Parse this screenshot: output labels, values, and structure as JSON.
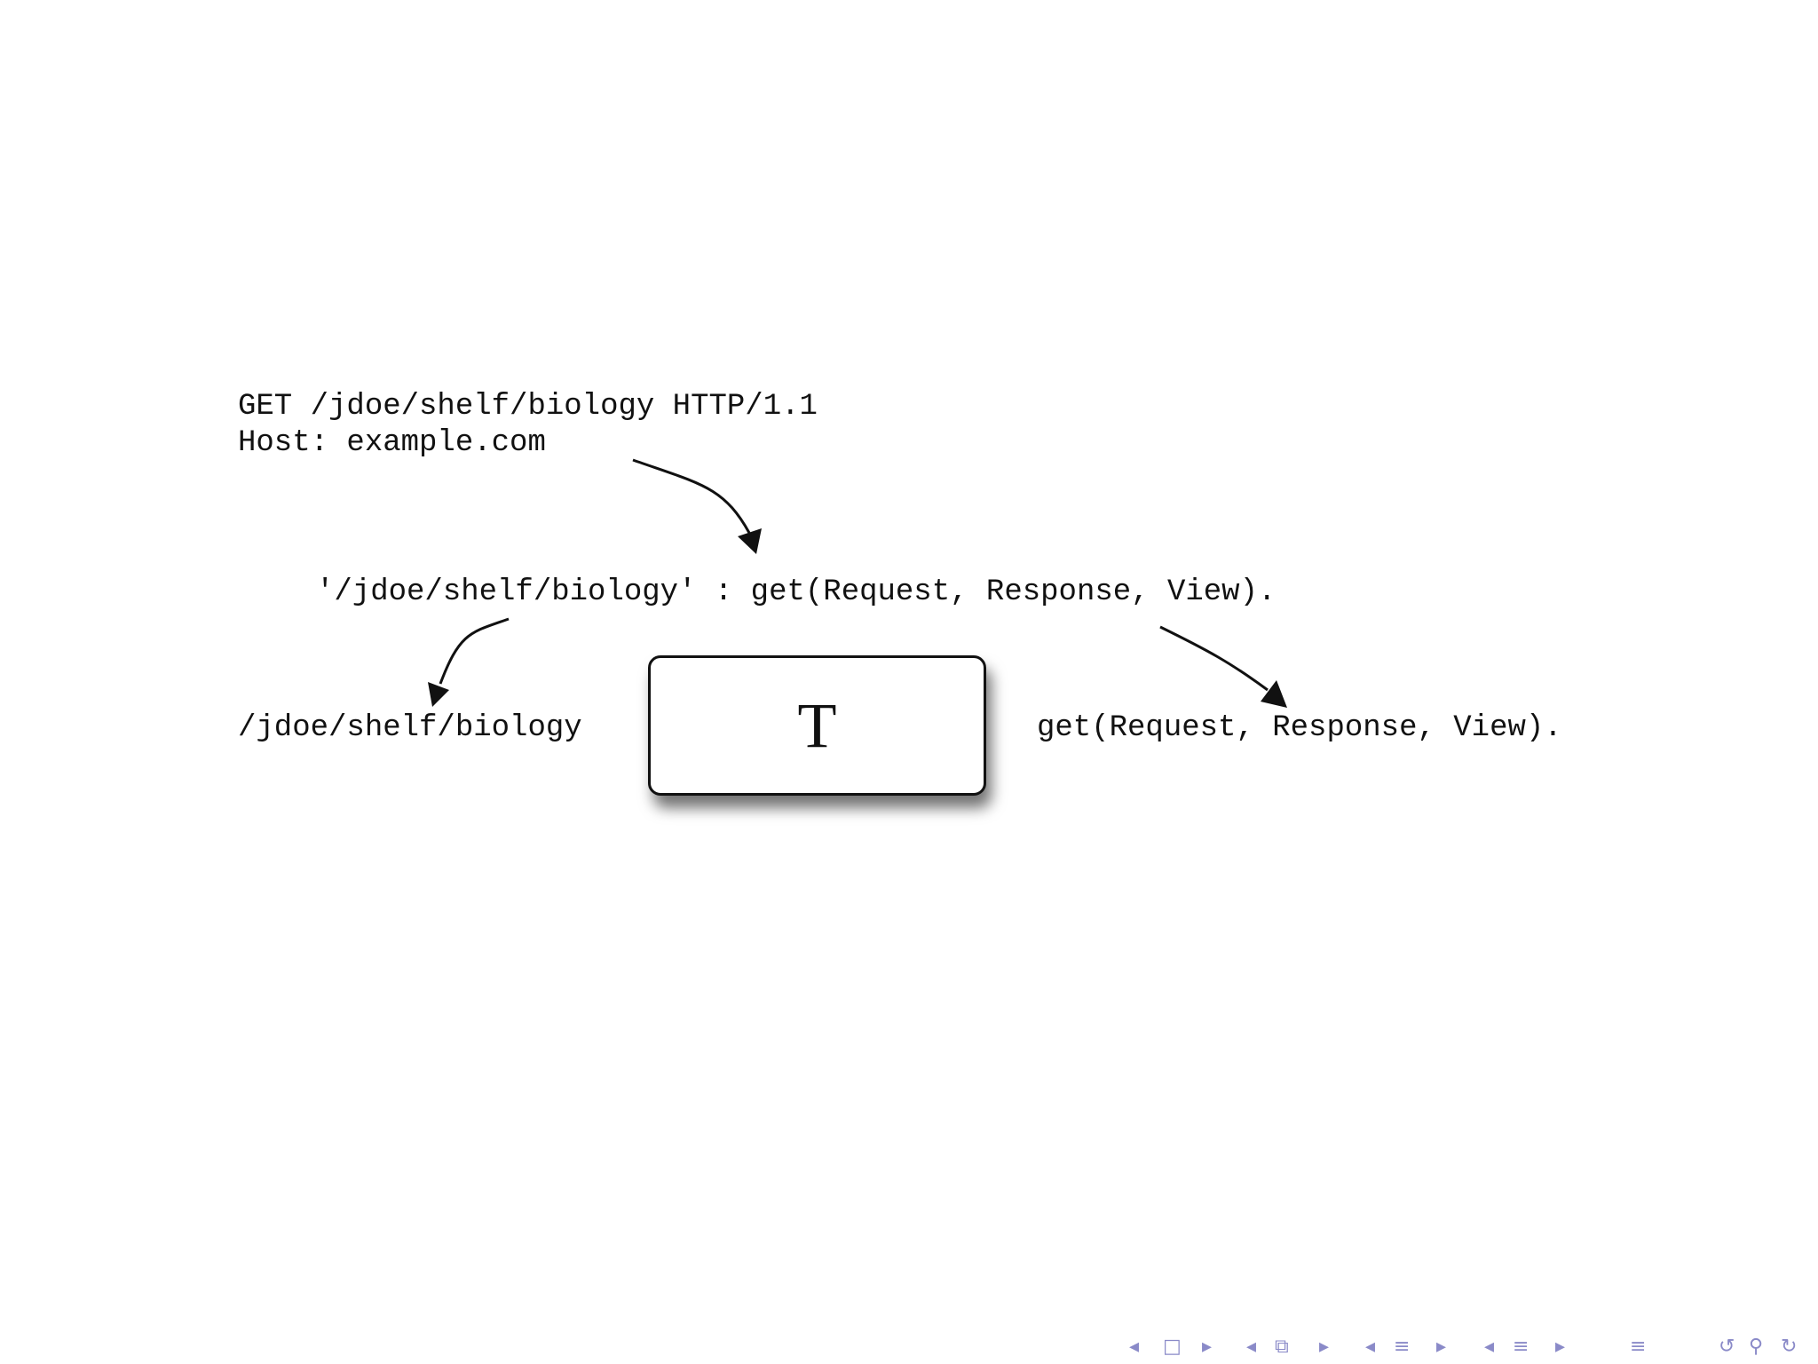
{
  "request": {
    "line1": "GET /jdoe/shelf/biology HTTP/1.1",
    "line2": "Host: example.com"
  },
  "rule": "'/jdoe/shelf/biology' : get(Request, Response, View).",
  "path": "/jdoe/shelf/biology",
  "box_label": "T",
  "goal": "get(Request, Response, View).",
  "colors": {
    "ink": "#111111",
    "nav": "#8a8ac8"
  },
  "nav_icons": [
    "prev-arrow-icon",
    "frame-icon",
    "next-arrow-icon",
    "subsection-icon",
    "section-icon",
    "align-icon",
    "back-icon",
    "search-icon",
    "forward-icon"
  ]
}
